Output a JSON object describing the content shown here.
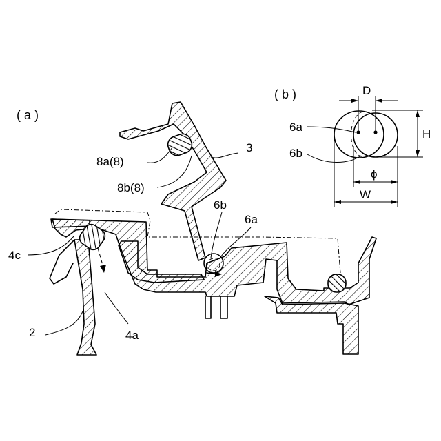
{
  "panel_a": {
    "label": "( a )",
    "labels": {
      "seal_8a": "8a(8)",
      "seal_8b": "8b(8)",
      "part_3": "3",
      "part_6b": "6b",
      "part_6a": "6a",
      "part_4c": "4c",
      "part_2": "2",
      "part_4a": "4a"
    }
  },
  "panel_b": {
    "label": "( b )",
    "labels": {
      "dim_D": "D",
      "dim_H": "H",
      "part_6a": "6a",
      "part_6b": "6b",
      "dim_phi": "ϕ",
      "dim_W": "W"
    }
  }
}
